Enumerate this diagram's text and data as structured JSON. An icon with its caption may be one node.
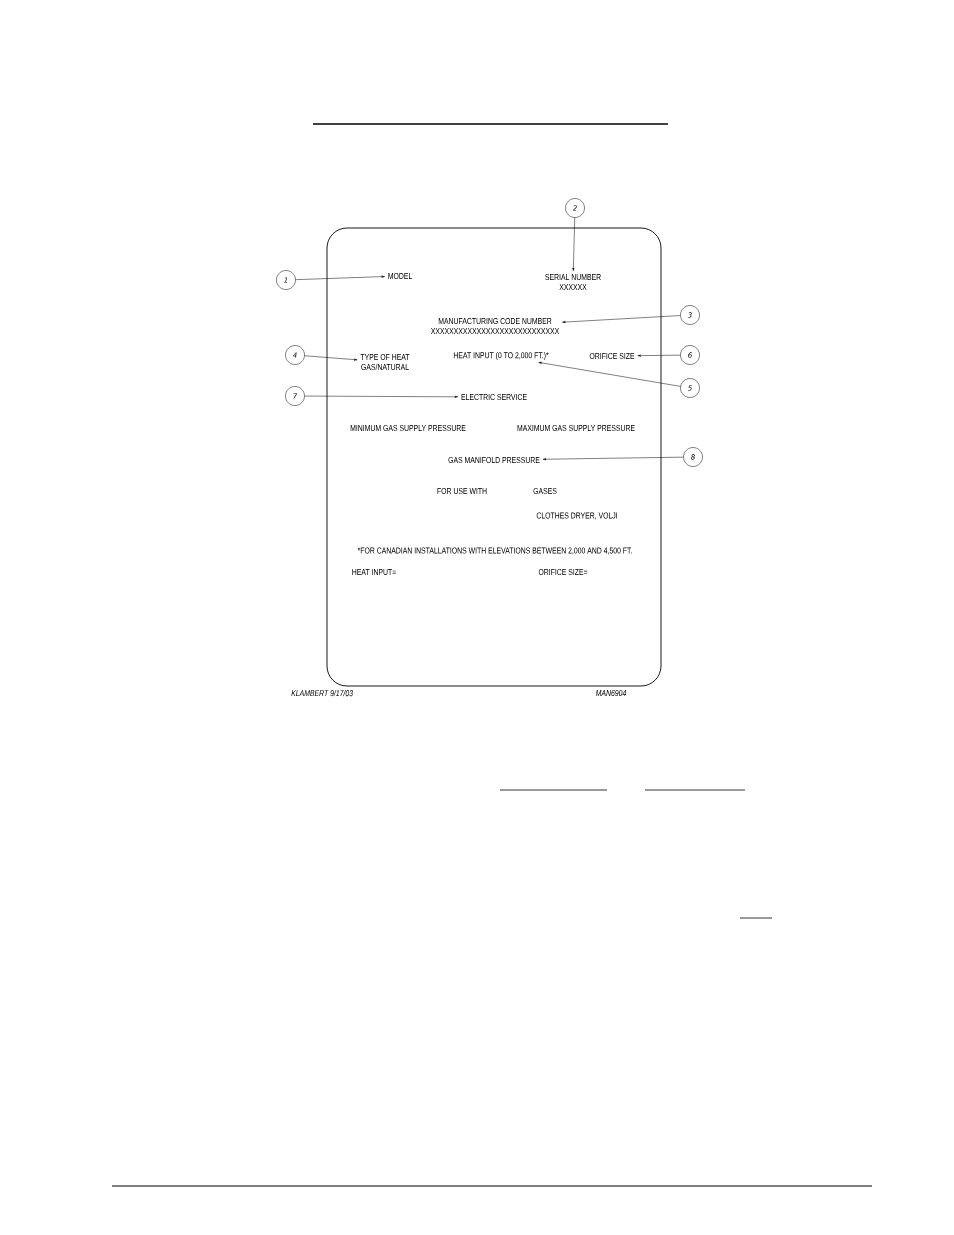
{
  "diagram": {
    "nodes": [
      {
        "text": [],
        "shape": "box"
      },
      {
        "text": [
          "2"
        ]
      },
      {
        "text": [
          "1"
        ]
      },
      {
        "text": [
          "MODEL"
        ],
        "in": 0
      },
      {
        "text": [
          "SERIAL NUMBER",
          "XXXXXX"
        ],
        "in": 0
      },
      {
        "text": [
          "MANUFACTURING CODE NUMBER",
          "XXXXXXXXXXXXXXXXXXXXXXXXXXXX"
        ],
        "in": 0
      },
      {
        "text": [
          "3"
        ]
      },
      {
        "text": [
          "4"
        ]
      },
      {
        "text": [
          "TYPE OF HEAT",
          "GAS/NATURAL"
        ],
        "in": 0
      },
      {
        "text": [
          "HEAT INPUT (0 TO 2,000 FT.)*"
        ],
        "in": 0
      },
      {
        "text": [
          "ORIFICE SIZE"
        ],
        "in": 0
      },
      {
        "text": [
          "6"
        ]
      },
      {
        "text": [
          "5"
        ]
      },
      {
        "text": [
          "7"
        ]
      },
      {
        "text": [
          "ELECTRIC SERVICE"
        ],
        "in": 0
      },
      {
        "text": [
          "GAS MANIFOLD PRESSURE"
        ],
        "in": 0
      },
      {
        "text": [
          "8"
        ]
      }
    ],
    "edges": [
      {
        "from": 1,
        "to": 4,
        "arrow": "to"
      },
      {
        "from": 2,
        "to": 3,
        "arrow": "to"
      },
      {
        "from": 6,
        "to": 5,
        "arrow": "to"
      },
      {
        "from": 7,
        "to": 8,
        "arrow": "to"
      },
      {
        "from": 11,
        "to": 10,
        "arrow": "to"
      },
      {
        "from": 12,
        "to": 9,
        "arrow": "to"
      },
      {
        "from": 13,
        "to": 14,
        "arrow": "to"
      },
      {
        "from": 16,
        "to": 15,
        "arrow": "to"
      }
    ],
    "labels": [
      "MINIMUM GAS SUPPLY PRESSURE",
      "MAXIMUM GAS SUPPLY PRESSURE",
      "FOR USE WITH",
      "GASES",
      "CLOTHES DRYER, VOLJI",
      "*FOR CANADIAN INSTALLATIONS WITH ELEVATIONS BETWEEN 2,000 AND 4,500 FT.",
      "HEAT INPUT=",
      "ORIFICE SIZE=",
      "KLAMBERT 9/17/03",
      "MAN6904"
    ]
  }
}
